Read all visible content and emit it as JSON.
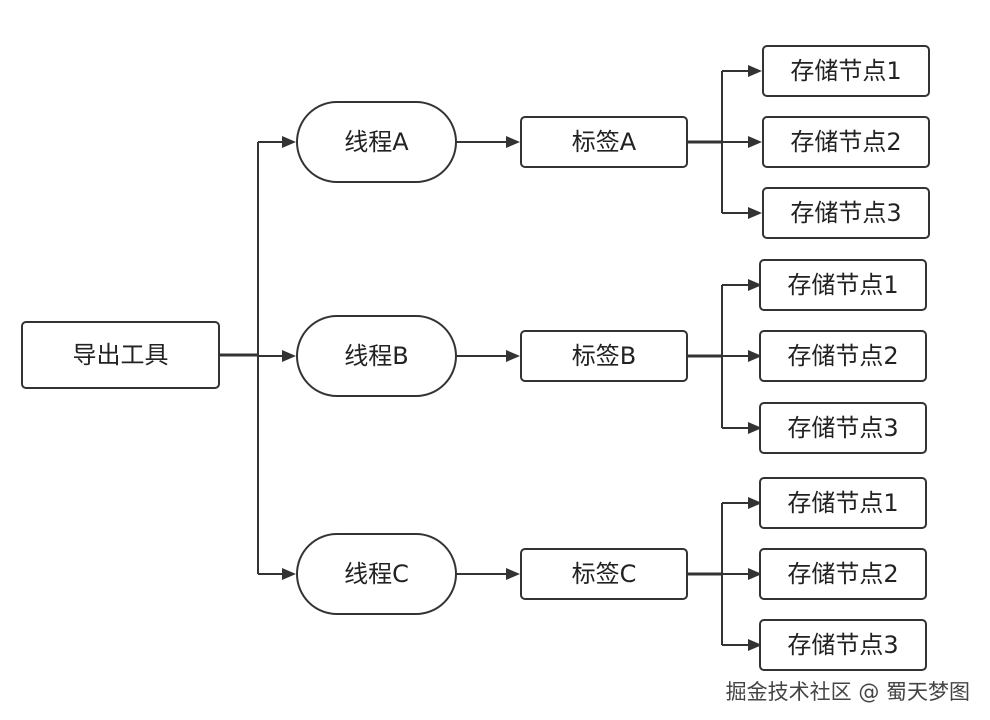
{
  "root": {
    "label": "导出工具"
  },
  "threads": [
    {
      "label": "线程A",
      "tag": "标签A",
      "nodes": [
        "存储节点1",
        "存储节点2",
        "存储节点3"
      ]
    },
    {
      "label": "线程B",
      "tag": "标签B",
      "nodes": [
        "存储节点1",
        "存储节点2",
        "存储节点3"
      ]
    },
    {
      "label": "线程C",
      "tag": "标签C",
      "nodes": [
        "存储节点1",
        "存储节点2",
        "存储节点3"
      ]
    }
  ],
  "watermark": "掘金技术社区 @ 蜀天梦图",
  "colors": {
    "stroke": "#333333",
    "fill": "#ffffff",
    "text": "#222222"
  }
}
